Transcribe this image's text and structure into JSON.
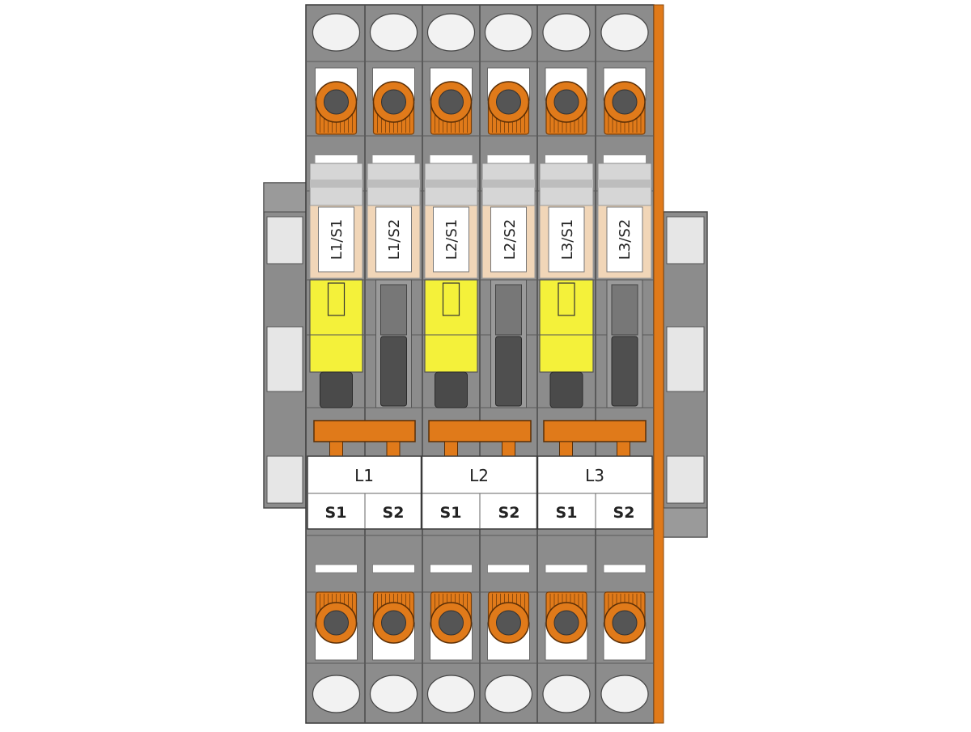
{
  "device": {
    "name": "terminal block assembly",
    "colors": {
      "housing": "#8c8c8c",
      "housing_dark": "#6e6e6e",
      "outline": "#3a3a3a",
      "accent_orange": "#e07a1a",
      "lever_yellow": "#f4f13a",
      "lever_dark": "#4f4f4f",
      "marker_white": "#ffffff"
    }
  },
  "top_connectors": [
    {
      "id": 1
    },
    {
      "id": 2
    },
    {
      "id": 3
    },
    {
      "id": 4
    },
    {
      "id": 5
    },
    {
      "id": 6
    }
  ],
  "bottom_connectors": [
    {
      "id": 1
    },
    {
      "id": 2
    },
    {
      "id": 3
    },
    {
      "id": 4
    },
    {
      "id": 5
    },
    {
      "id": 6
    }
  ],
  "fuse_modules": [
    {
      "label": "L1/S1",
      "lever": "yellow"
    },
    {
      "label": "L1/S2",
      "lever": "dark"
    },
    {
      "label": "L2/S1",
      "lever": "yellow"
    },
    {
      "label": "L2/S2",
      "lever": "dark"
    },
    {
      "label": "L3/S1",
      "lever": "yellow"
    },
    {
      "label": "L3/S2",
      "lever": "dark"
    }
  ],
  "phase_labels": [
    "L1",
    "L2",
    "L3"
  ],
  "sub_labels": [
    "S1",
    "S2",
    "S1",
    "S2",
    "S1",
    "S2"
  ]
}
